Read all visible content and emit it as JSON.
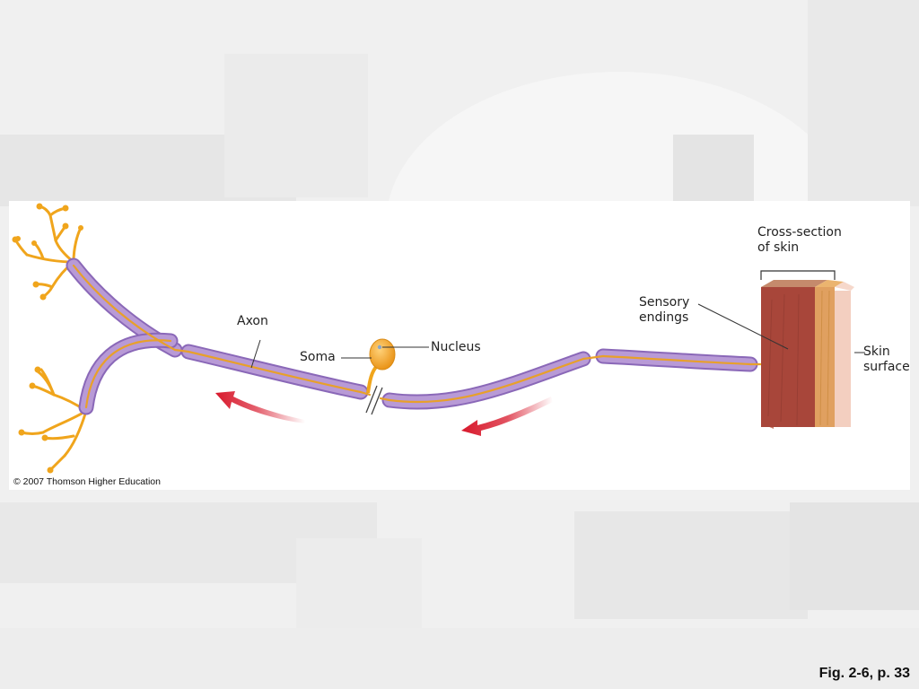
{
  "diagram": {
    "labels": {
      "axon": "Axon",
      "soma": "Soma",
      "nucleus": "Nucleus",
      "sensory_endings_line1": "Sensory",
      "sensory_endings_line2": "endings",
      "cross_section_line1": "Cross-section",
      "cross_section_line2": "of skin",
      "skin_surface_line1": "Skin",
      "skin_surface_line2": "surface"
    },
    "copyright": "© 2007 Thomson Higher Education"
  },
  "slide": {
    "caption": "Fig. 2-6, p. 33"
  },
  "colors": {
    "myelin": "#b89ad6",
    "myelin_edge": "#8a68b8",
    "axon_fiber": "#e8a02a",
    "dendrite": "#f0a51c",
    "soma": "#f1a21e",
    "arrow": "#d8192c",
    "skin_dermis": "#a8463a",
    "skin_epidermis": "#e0a060",
    "skin_surface": "#f3cfc0"
  }
}
